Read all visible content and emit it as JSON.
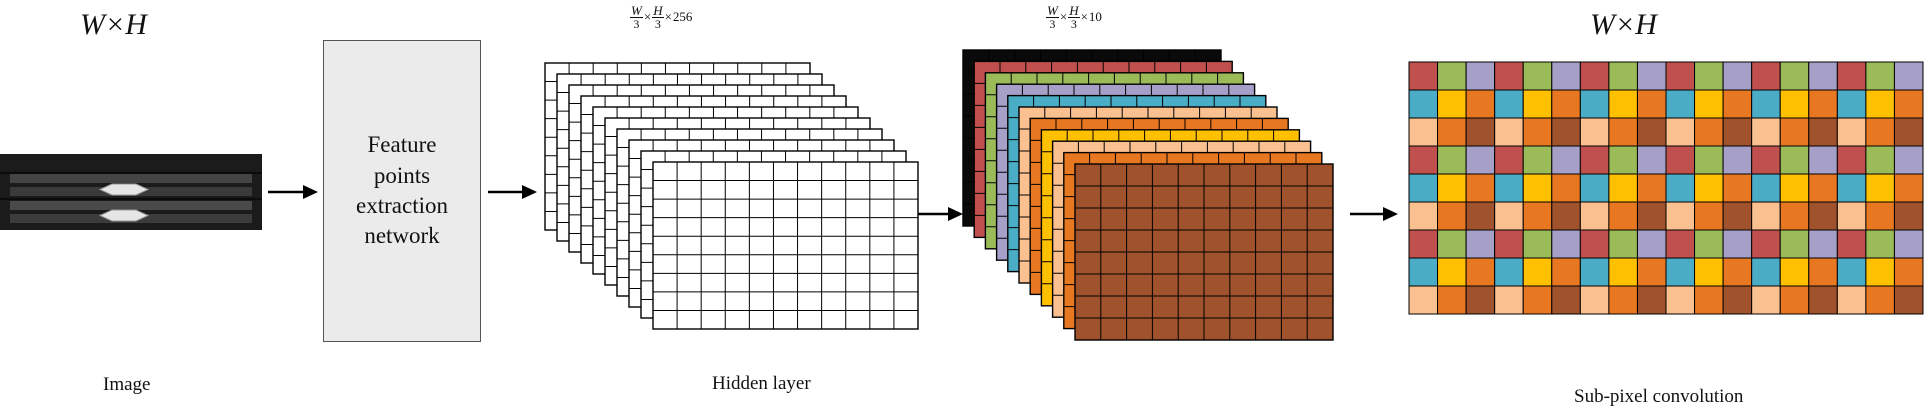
{
  "input": {
    "size_label": "W×H",
    "caption": "Image"
  },
  "feature_net": {
    "label": "Feature\npoints\nextraction\nnetwork"
  },
  "hidden": {
    "dim_w": "W",
    "dim_h": "H",
    "den": "3",
    "times": "×",
    "channels": "256",
    "caption": "Hidden layer"
  },
  "colored": {
    "dim_w": "W",
    "dim_h": "H",
    "den": "3",
    "times": "×",
    "channels": "10"
  },
  "output": {
    "size_label": "W×H",
    "caption": "Sub-pixel convolution"
  },
  "colors": {
    "red": "#c0504d",
    "green": "#9bbb59",
    "purple": "#a6a0c8",
    "blue": "#4bacc6",
    "peach": "#fac090",
    "orange": "#e87722",
    "gold": "#ffc000",
    "brown": "#a0522d",
    "black": "#0a0a0a",
    "grid_line": "#000000",
    "box_fill": "#ebebeb"
  },
  "icons": [
    "arrow-right-icon"
  ]
}
